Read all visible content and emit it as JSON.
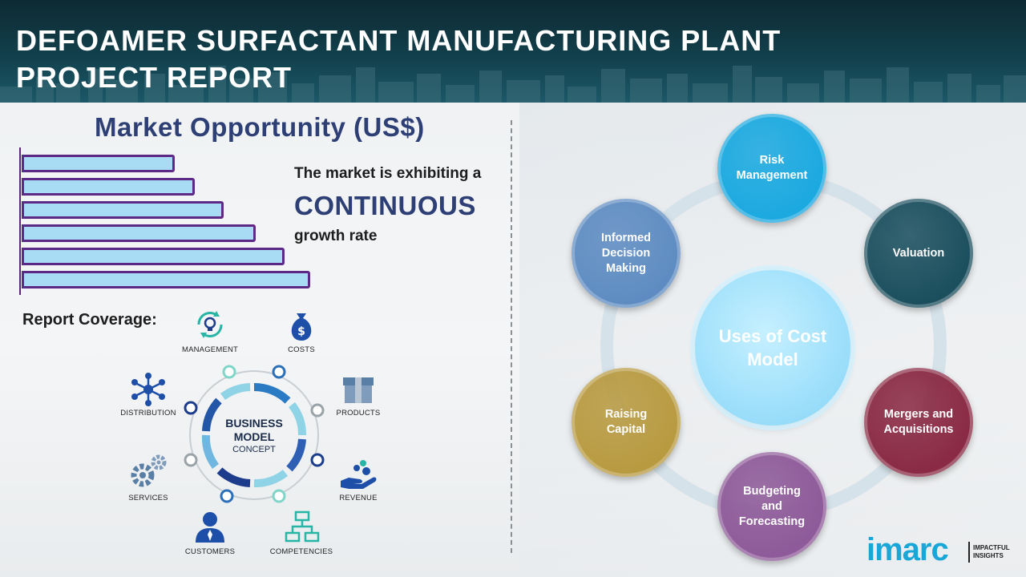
{
  "header": {
    "title": "DEFOAMER SURFACTANT MANUFACTURING PLANT PROJECT REPORT"
  },
  "market": {
    "title": "Market Opportunity (US$)",
    "line1": "The market is exhibiting a",
    "line2": "CONTINUOUS",
    "line3": "growth rate"
  },
  "chart_data": {
    "type": "bar",
    "orientation": "horizontal",
    "values": [
      1,
      2,
      3,
      4,
      5,
      6
    ],
    "relative_lengths": [
      0.53,
      0.6,
      0.7,
      0.81,
      0.91,
      1.0
    ],
    "title": "Market Opportunity (US$)",
    "grid": false,
    "colors": {
      "fill": "#a8dcf5",
      "stroke": "#5c2a86"
    }
  },
  "coverage": {
    "title": "Report Coverage:",
    "center_line1": "BUSINESS",
    "center_line2": "MODEL",
    "center_line3": "CONCEPT",
    "items": [
      {
        "label": "MANAGEMENT",
        "icon": "lightbulb-cycle-icon"
      },
      {
        "label": "COSTS",
        "icon": "money-bag-icon"
      },
      {
        "label": "PRODUCTS",
        "icon": "box-icon"
      },
      {
        "label": "REVENUE",
        "icon": "hand-coins-icon"
      },
      {
        "label": "COMPETENCIES",
        "icon": "org-chart-icon"
      },
      {
        "label": "CUSTOMERS",
        "icon": "user-icon"
      },
      {
        "label": "SERVICES",
        "icon": "gears-icon"
      },
      {
        "label": "DISTRIBUTION",
        "icon": "network-icon"
      }
    ]
  },
  "uses": {
    "center": "Uses of Cost Model",
    "nodes": [
      {
        "label": "Risk Management",
        "color": "#1ba9e0"
      },
      {
        "label": "Valuation",
        "color": "#1b4f5e"
      },
      {
        "label": "Mergers and Acquisitions",
        "color": "#8a2a44"
      },
      {
        "label": "Budgeting and Forecasting",
        "color": "#8e5a99"
      },
      {
        "label": "Raising Capital",
        "color": "#b89a40"
      },
      {
        "label": "Informed Decision Making",
        "color": "#5e8cc2"
      }
    ]
  },
  "brand": {
    "logo": "imarc",
    "tag_line1": "IMPACTFUL",
    "tag_line2": "INSIGHTS"
  }
}
